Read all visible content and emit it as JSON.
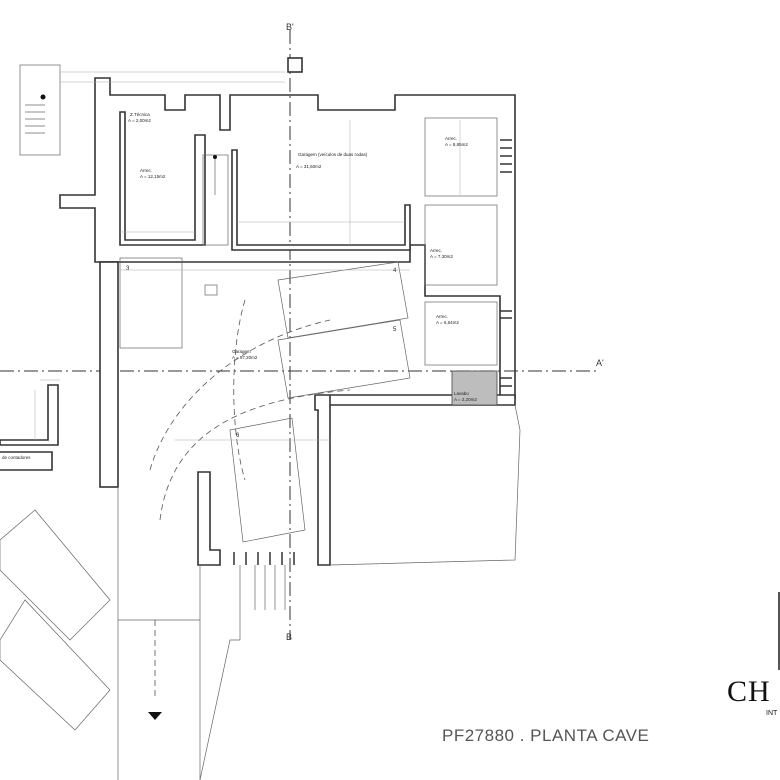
{
  "drawing": {
    "title": "PF27880  . PLANTA CAVE",
    "section_marks": {
      "top": "B'",
      "bottom": "B",
      "right": "A'"
    },
    "rooms": [
      {
        "name": "Z.Técnica",
        "area": "A = 2,00m2"
      },
      {
        "name": "Arrec.",
        "area": "A = 12,15m2"
      },
      {
        "name": "Garagem (veículos de duas rodas)",
        "area": "A = 31,60m2"
      },
      {
        "name": "Arrec.",
        "area": "A = 8,85m2"
      },
      {
        "name": "Arrec.",
        "area": "A = 7,30m2"
      },
      {
        "name": "Arrec.",
        "area": "A = 6,54m2"
      },
      {
        "name": "Lavabo",
        "area": "A = 2,20m2"
      },
      {
        "name": "Garagem",
        "area": "A = 97,20m2"
      }
    ],
    "parking_spaces": [
      "3",
      "4",
      "5",
      "6"
    ],
    "side_label": "de contadores"
  },
  "logo": {
    "text": "CH",
    "subtext": "INT"
  },
  "colors": {
    "lavabo_fill": "#bdbdbd",
    "wall": "#333333"
  }
}
